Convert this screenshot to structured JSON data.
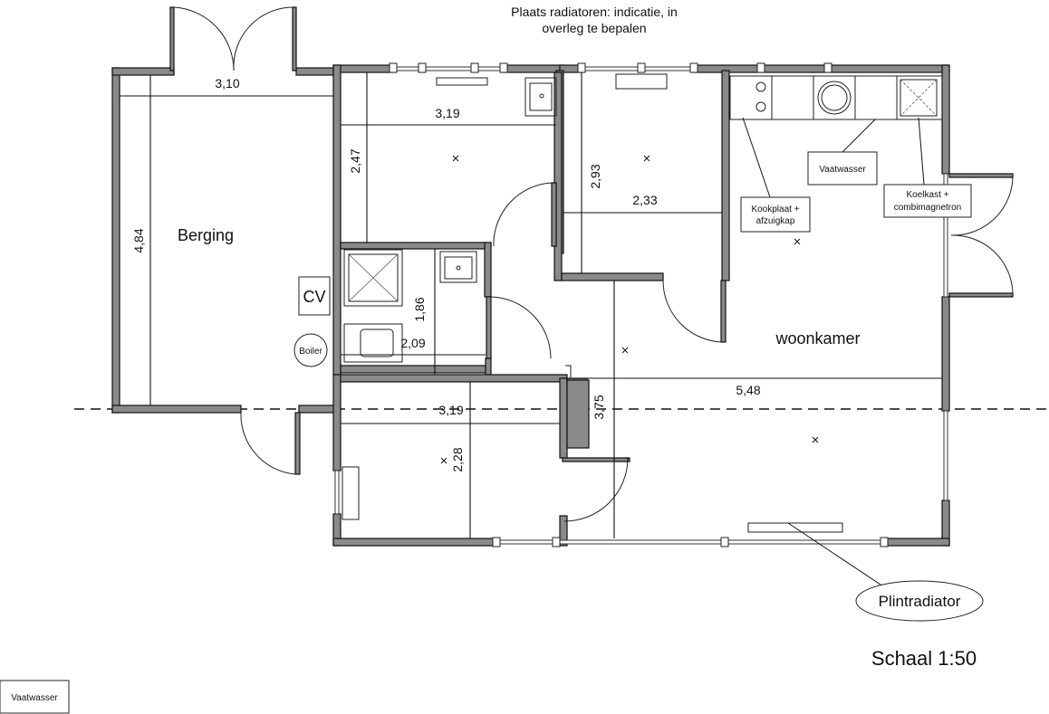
{
  "header": {
    "note_line1": "Plaats radiatoren: indicatie, in",
    "note_line2": "overleg te bepalen"
  },
  "rooms": {
    "berging": "Berging",
    "woonkamer": "woonkamer"
  },
  "fixtures": {
    "cv": "CV",
    "boiler": "Boiler"
  },
  "dimensions": {
    "berging_width": "3,10",
    "berging_length": "4,84",
    "bedroom1_width": "3,19",
    "bedroom1_depth": "2,47",
    "kitchen_room_depth": "2,93",
    "kitchen_room_width": "2,33",
    "bathroom_depth": "1,86",
    "bathroom_width": "2,09",
    "bedroom2_width": "3,19",
    "bedroom2_depth": "2,28",
    "living_depth": "3,75",
    "living_width": "5,48"
  },
  "labels": {
    "vaatwasser": "Vaatwasser",
    "kookplaat_line1": "Kookplaat +",
    "kookplaat_line2": "afzuigkap",
    "koelkast_line1": "Koelkast +",
    "koelkast_line2": "combimagnetron",
    "plintradiator": "Plintradiator",
    "corner_vaatwasser": "Vaatwasser"
  },
  "scale": "Schaal 1:50"
}
